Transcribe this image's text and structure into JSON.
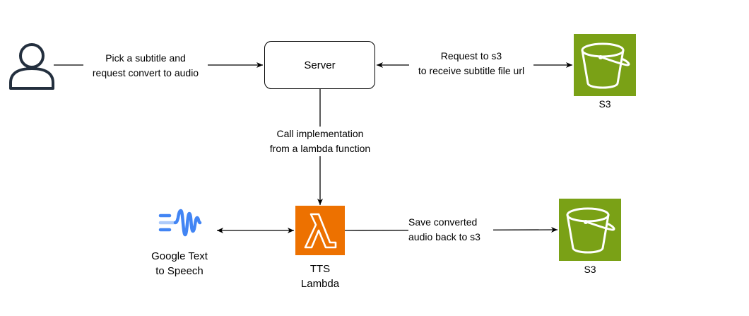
{
  "diagram": {
    "user": {
      "icon": "user-icon",
      "edge_label": [
        "Pick a subtitle and",
        "request convert to audio"
      ]
    },
    "server": {
      "label": "Server"
    },
    "s3_request": {
      "edge_label": [
        "Request to s3",
        "to receive subtitle file url"
      ]
    },
    "s3_top": {
      "icon": "s3-bucket-icon",
      "label": "S3"
    },
    "lambda_call": {
      "edge_label": [
        "Call implementation",
        "from a lambda function"
      ]
    },
    "tts_lambda": {
      "icon": "lambda-icon",
      "label": [
        "TTS",
        "Lambda"
      ]
    },
    "google_tts": {
      "icon": "google-text-to-speech-icon",
      "label": [
        "Google Text",
        "to Speech"
      ]
    },
    "save_audio": {
      "edge_label": [
        "Save converted",
        "audio back to s3"
      ]
    },
    "s3_bottom": {
      "icon": "s3-bucket-icon",
      "label": "S3"
    },
    "colors": {
      "s3_fill": "#7AA116",
      "lambda_fill": "#ED7100",
      "google_blue": "#4285F4",
      "google_light_blue": "#AECBFA",
      "user_stroke": "#232F3E",
      "edge": "#000000"
    }
  }
}
